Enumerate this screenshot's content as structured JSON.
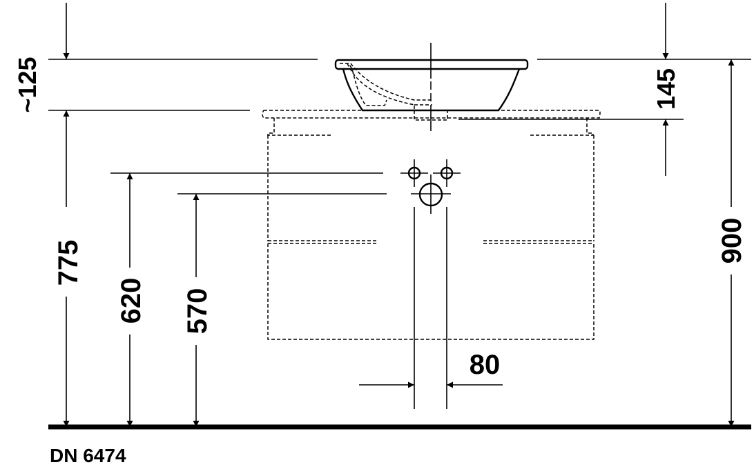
{
  "drawing": {
    "model_label": "DN 6474",
    "colors": {
      "ink": "#000000",
      "background": "#ffffff"
    },
    "dimensions": {
      "basin_above_counter": "~125",
      "basin_height": "145",
      "total_height": "900",
      "counter_height": "775",
      "supply_height": "620",
      "drain_height": "570",
      "drain_pipe_width": "80"
    }
  }
}
